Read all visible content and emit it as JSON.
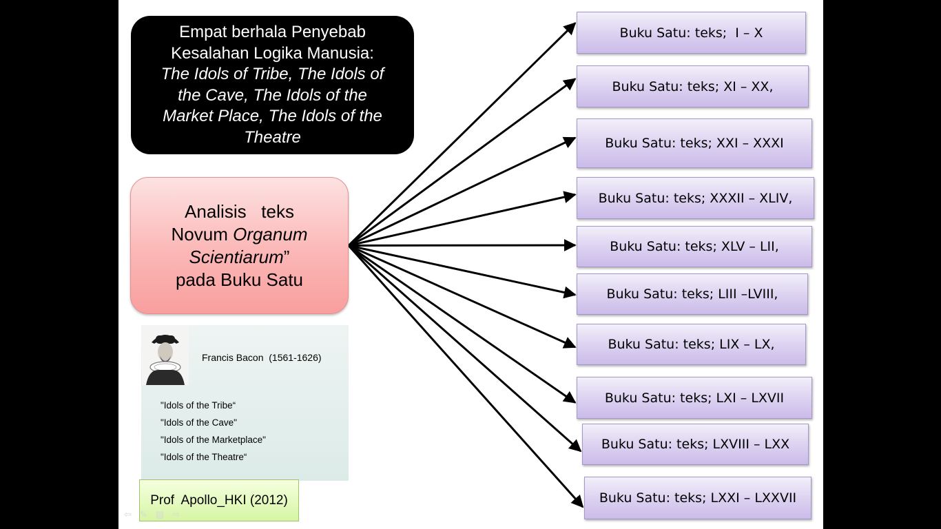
{
  "title_box": {
    "line1": "Empat berhala Penyebab",
    "line2": "Kesalahan Logika Manusia:",
    "italic_lines": [
      "The Idols of Tribe, The Idols of",
      "the Cave, The Idols of the",
      "Market Place, The Idols of the",
      "Theatre"
    ]
  },
  "center_box": {
    "line1": "Analisis   teks",
    "line2_plain": "Novum ",
    "line2_italic": "Organum",
    "line3_italic": "Scientiarum",
    "line3_plain": "”",
    "line4": "pada Buku Satu"
  },
  "bacon": {
    "name": "Francis Bacon  (1561-1626)",
    "idols": [
      "\"Idols of the Tribe“",
      "\"Idols of the Cave\"",
      "\"Idols of the Marketplace\"",
      "\"Idols of the Theatre“"
    ]
  },
  "credit": "Prof  Apollo_HKI (2012)",
  "targets": [
    "Buku Satu: teks;  I – X",
    "Buku Satu: teks; XI – XX,",
    "Buku Satu: teks; XXI – XXXI",
    "Buku Satu: teks; XXXII – XLIV,",
    "Buku Satu: teks; XLV – LII,",
    "Buku Satu: teks; LIII –LVIII,",
    "Buku Satu: teks; LIX – LX,",
    "Buku Satu: teks; LXI – LXVII",
    "Buku Satu: teks; LXVIII – LXX",
    "Buku Satu: teks; LXXI – LXXVII"
  ],
  "colors": {
    "title_bg": "#000000",
    "center_fill": "#fbb7b6",
    "target_fill": "#ddd3f1",
    "credit_fill": "#d6f5a4"
  }
}
